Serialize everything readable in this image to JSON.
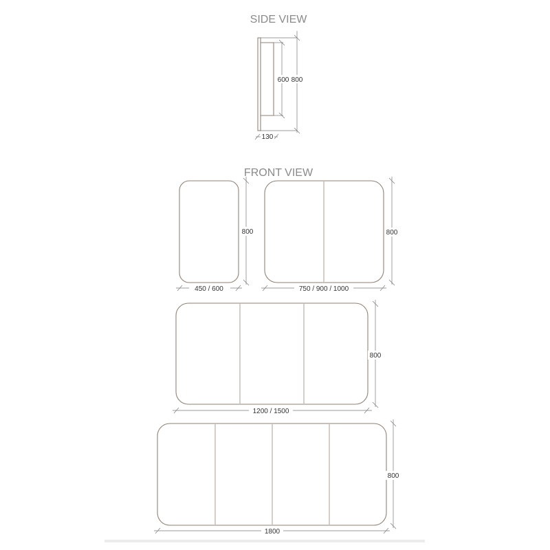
{
  "titles": {
    "side_view": "SIDE VIEW",
    "front_view": "FRONT VIEW"
  },
  "side_view": {
    "dim_depth": "130",
    "dim_body_height": "600",
    "dim_total_height": "800"
  },
  "front_view": {
    "cabinet_1": {
      "doors": 1,
      "width_label": "450 / 600",
      "height_label": "800"
    },
    "cabinet_2": {
      "doors": 2,
      "width_label": "750 / 900 / 1000",
      "height_label": "800"
    },
    "cabinet_3": {
      "doors": 3,
      "width_label": "1200 / 1500",
      "height_label": "800"
    },
    "cabinet_4": {
      "doors": 4,
      "width_label": "1800",
      "height_label": "800"
    }
  },
  "colors": {
    "outline": "#8f8276",
    "dimension_line": "#7a7a7a",
    "title_text": "#8a8a8a",
    "label_text": "#333333"
  }
}
